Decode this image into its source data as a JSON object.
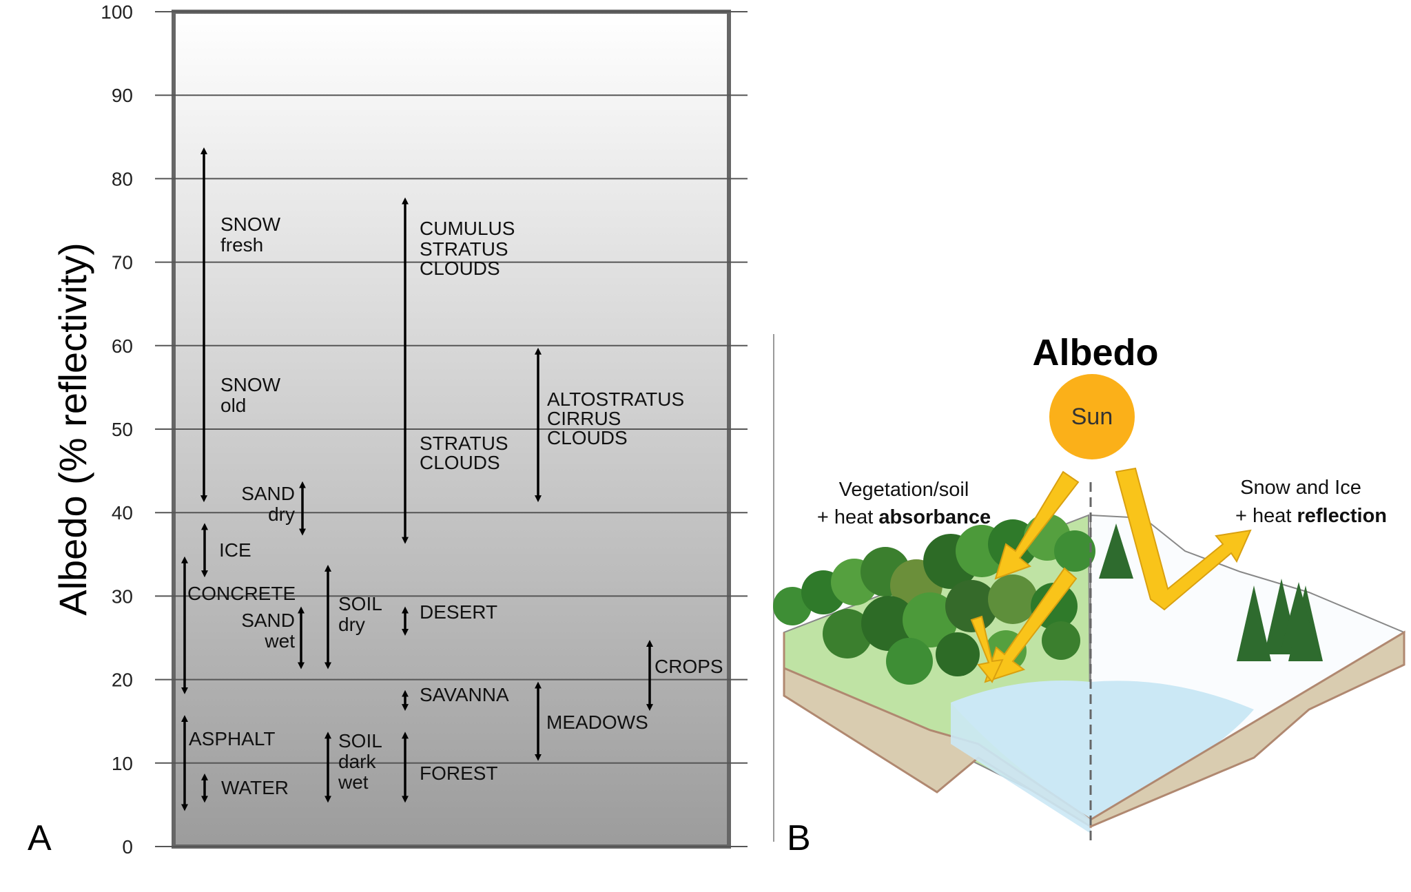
{
  "panel_a_letter": "A",
  "panel_b_letter": "B",
  "chart_data": {
    "type": "range-bar",
    "ylabel": "Albedo (% reflectivity)",
    "ylim": [
      0,
      100
    ],
    "yticks": [
      0,
      10,
      20,
      30,
      40,
      50,
      60,
      70,
      80,
      90,
      100
    ],
    "ytick_labels": [
      "0",
      "10",
      "20",
      "30",
      "40",
      "50",
      "60",
      "70",
      "80",
      "90",
      "100"
    ],
    "grid": true,
    "ranges": [
      {
        "lines": [
          "SNOW",
          "fresh"
        ],
        "extra_lines": [
          "SNOW",
          "old"
        ],
        "low": 41,
        "high": 84
      },
      {
        "lines": [
          "SAND",
          "dry"
        ],
        "low": 37,
        "high": 44
      },
      {
        "lines": [
          "ICE"
        ],
        "low": 32,
        "high": 39
      },
      {
        "lines": [
          "CONCRETE"
        ],
        "low": 18,
        "high": 35
      },
      {
        "lines": [
          "SAND",
          "wet"
        ],
        "low": 21,
        "high": 29
      },
      {
        "lines": [
          "SOIL",
          "dry"
        ],
        "low": 21,
        "high": 34
      },
      {
        "lines": [
          "ASPHALT"
        ],
        "low": 4,
        "high": 16
      },
      {
        "lines": [
          "WATER"
        ],
        "low": 5,
        "high": 9
      },
      {
        "lines": [
          "SOIL",
          "dark",
          "wet"
        ],
        "low": 5,
        "high": 14
      },
      {
        "lines": [
          "CUMULUS",
          "STRATUS",
          "CLOUDS"
        ],
        "extra_lines": [
          "STRATUS",
          "CLOUDS"
        ],
        "low": 36,
        "high": 78
      },
      {
        "lines": [
          "DESERT"
        ],
        "low": 25,
        "high": 29
      },
      {
        "lines": [
          "SAVANNA"
        ],
        "low": 16,
        "high": 19
      },
      {
        "lines": [
          "FOREST"
        ],
        "low": 5,
        "high": 14
      },
      {
        "lines": [
          "ALTOSTRATUS",
          "CIRRUS",
          "CLOUDS"
        ],
        "low": 41,
        "high": 60
      },
      {
        "lines": [
          "MEADOWS"
        ],
        "low": 10,
        "high": 20
      },
      {
        "lines": [
          "CROPS"
        ],
        "low": 16,
        "high": 25
      }
    ]
  },
  "diagram": {
    "title": "Albedo",
    "sun_label": "Sun",
    "left_caption_line1": "Vegetation/soil",
    "left_caption_line2_prefix": "+ heat ",
    "left_caption_line2_bold": "absorbance",
    "right_caption_line1": "Snow and Ice",
    "right_caption_line2_prefix": "+ heat ",
    "right_caption_line2_bold": "reflection",
    "colors": {
      "sun": "#FBB019",
      "arrow": "#F9C41A",
      "water": "#CBE8F5",
      "soil": "#D9CCB0",
      "vegetation": "#3E8E35"
    }
  }
}
